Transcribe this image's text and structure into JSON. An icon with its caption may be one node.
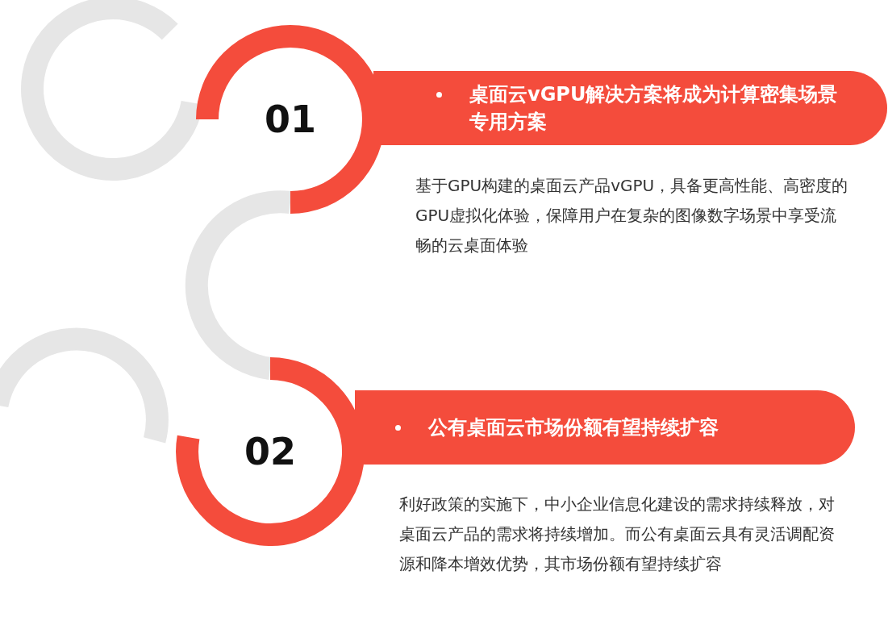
{
  "diagram": {
    "nodes": [
      {
        "text": [
          "01"
        ]
      },
      {
        "text": [
          "桌面云vGPU解决方案将成为计算密集场景专用方案"
        ],
        "beside": [
          "基于GPU构建的桌面云产品vGPU，具备更高性能、高密度的GPU虚拟化体验，保障用户在复杂的图像数字场景中享受流畅的云桌面体验"
        ]
      },
      {
        "text": [
          "02"
        ]
      },
      {
        "text": [
          "公有桌面云市场份额有望持续扩容"
        ],
        "beside": [
          "利好政策的实施下，中小企业信息化建设的需求持续释放，对桌面云产品的需求将持续增加。而公有桌面云具有灵活调配资源和降本增效优势，其市场份额有望持续扩容"
        ]
      }
    ],
    "edges": [
      {
        "from": 0,
        "to": 2,
        "arrow": "none"
      }
    ]
  }
}
